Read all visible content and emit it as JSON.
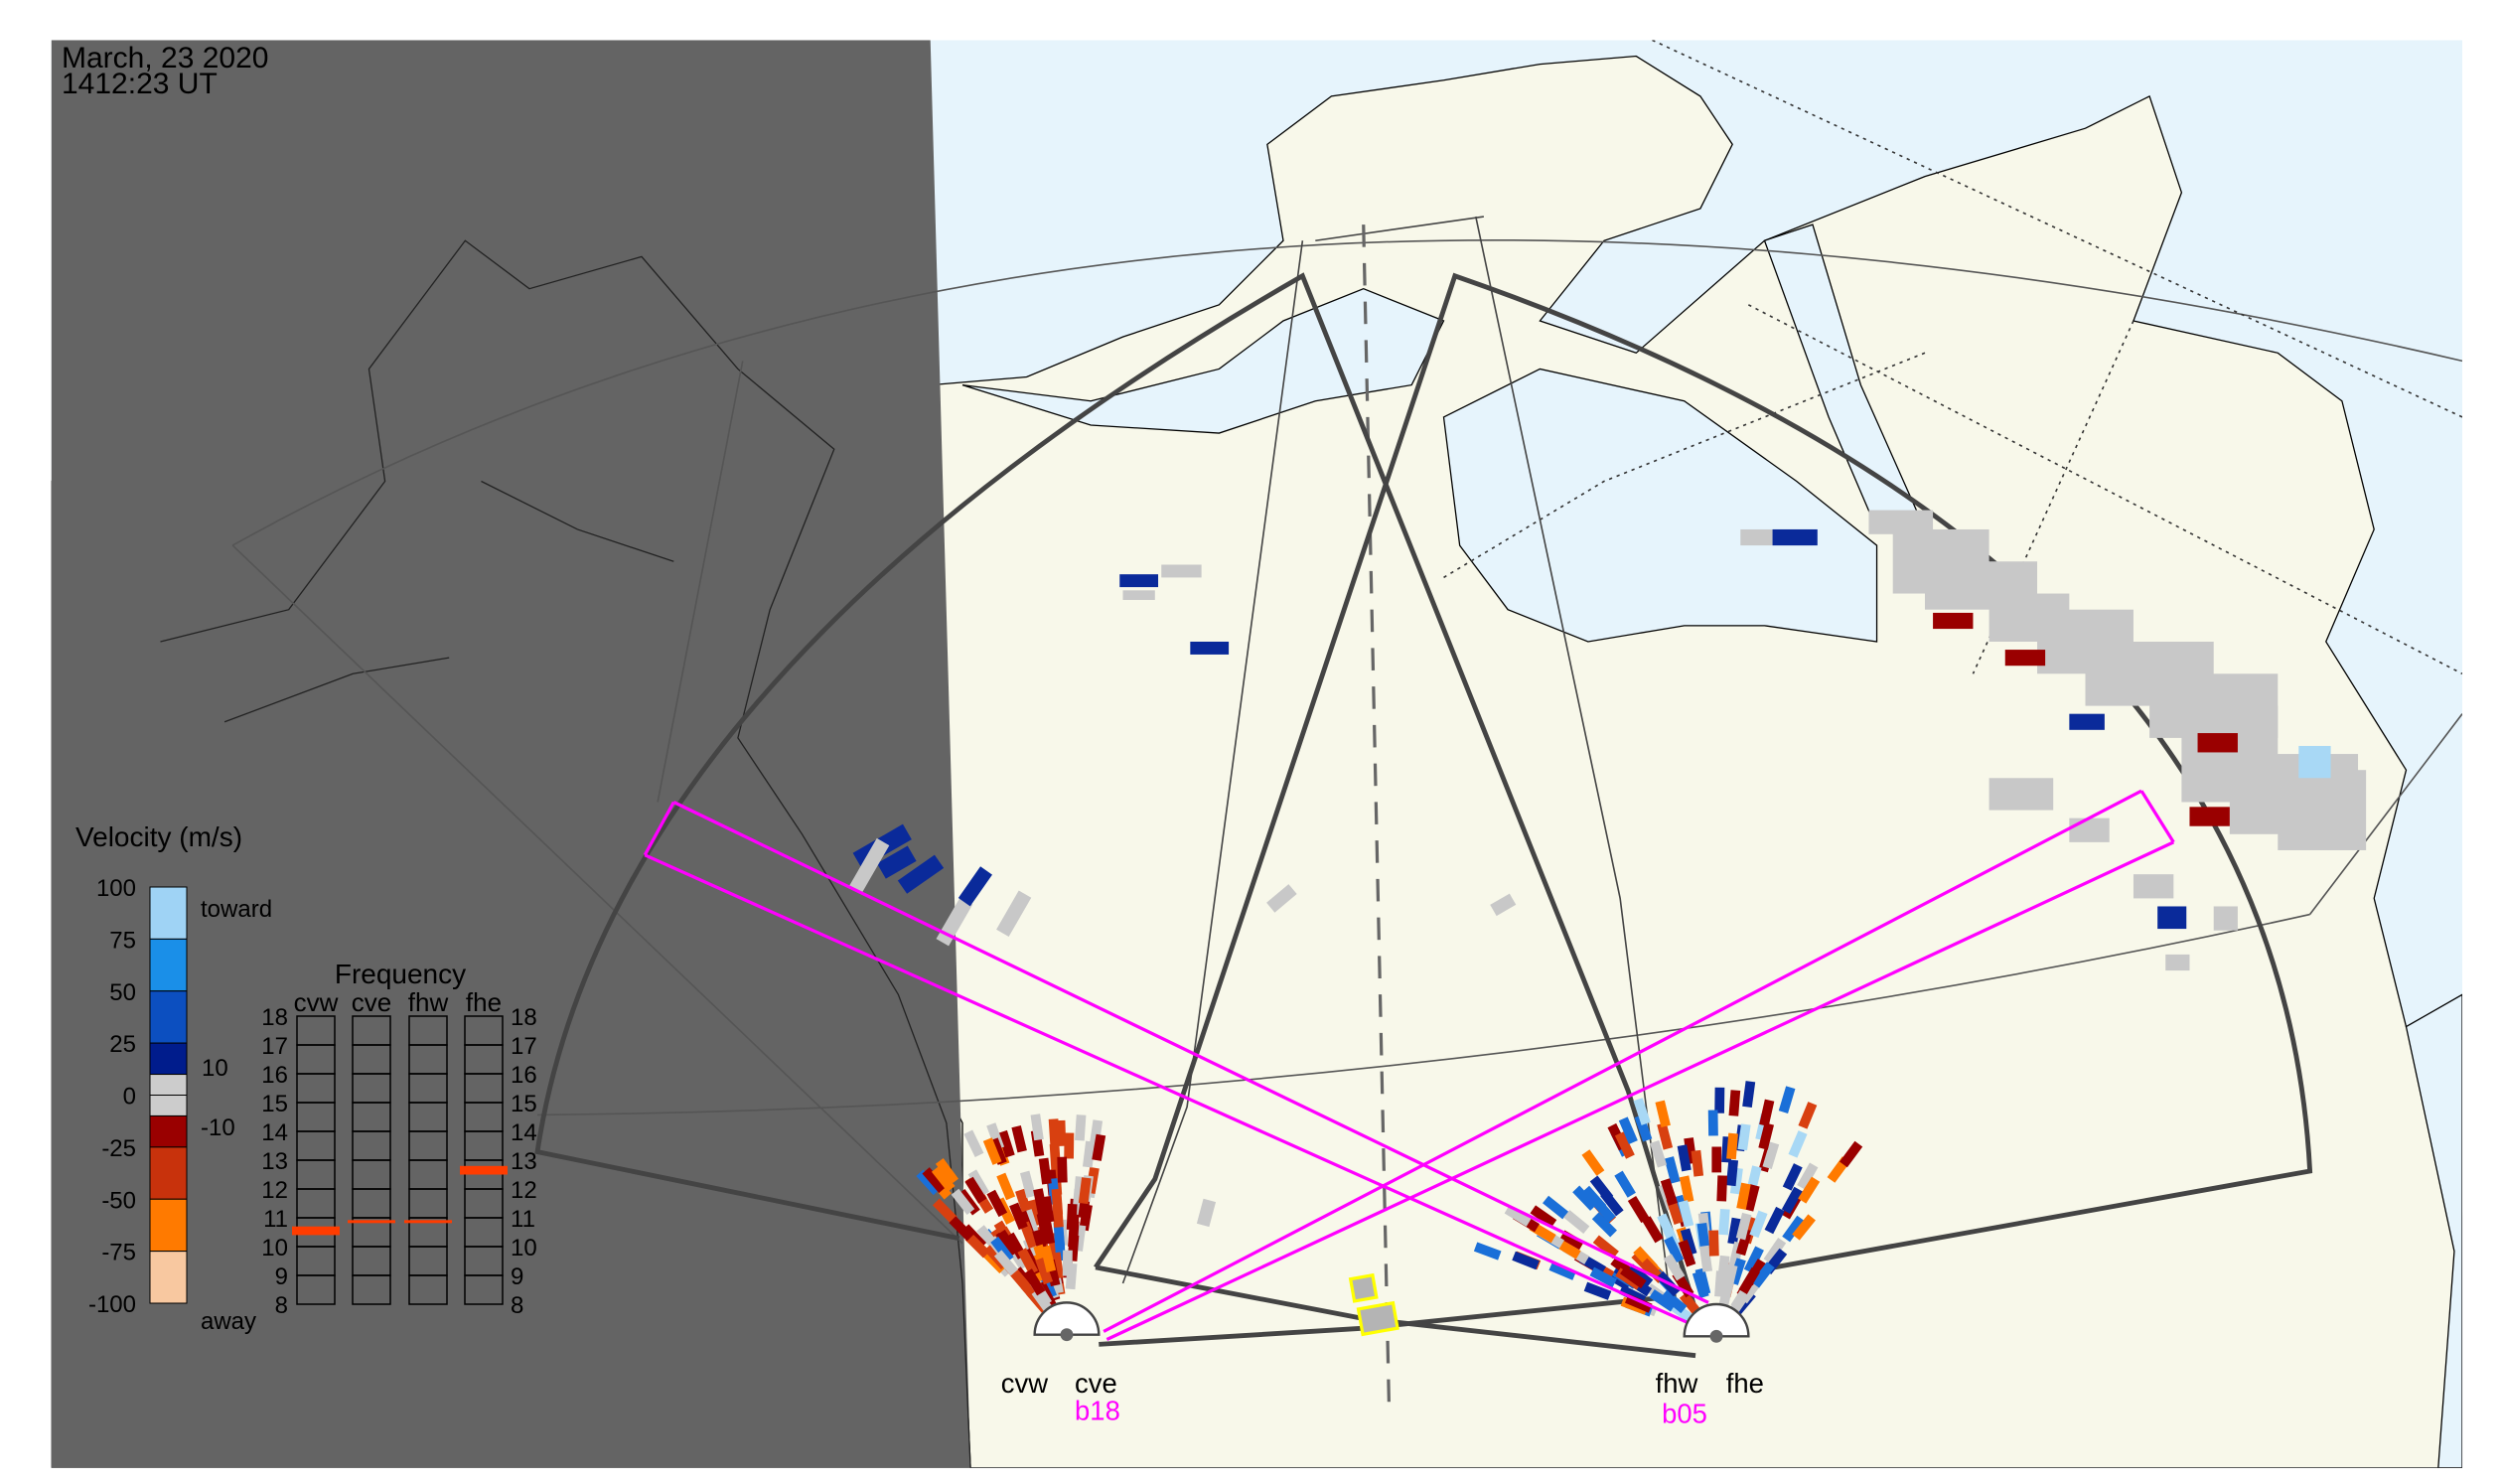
{
  "header": {
    "date": "March, 23 2020",
    "time": "1412:23 UT"
  },
  "velocity_legend": {
    "title": "Velocity (m/s)",
    "ticks": [
      "100",
      "75",
      "50",
      "25",
      "0",
      "-25",
      "-50",
      "-75",
      "-100"
    ],
    "tick_values": [
      100,
      75,
      50,
      25,
      0,
      -25,
      -50,
      -75,
      -100
    ],
    "toward_label": "toward",
    "away_label": "away",
    "pos_threshold_label": "10",
    "neg_threshold_label": "-10",
    "segments": [
      {
        "from": 100,
        "to": 75,
        "color": "#9fd3f5"
      },
      {
        "from": 75,
        "to": 50,
        "color": "#1a8fe8"
      },
      {
        "from": 50,
        "to": 25,
        "color": "#0c4fc0"
      },
      {
        "from": 25,
        "to": 10,
        "color": "#001c8c"
      },
      {
        "from": 10,
        "to": 0,
        "color": "#cccccc"
      },
      {
        "from": 0,
        "to": -10,
        "color": "#cccccc"
      },
      {
        "from": -10,
        "to": -25,
        "color": "#9a0000"
      },
      {
        "from": -25,
        "to": -50,
        "color": "#c8320c"
      },
      {
        "from": -50,
        "to": -75,
        "color": "#ff7a00"
      },
      {
        "from": -75,
        "to": -100,
        "color": "#f8c8a0"
      }
    ]
  },
  "frequency_panel": {
    "title": "Frequency",
    "radars": [
      {
        "name": "cvw",
        "freq_mhz": 10.55,
        "band": [
          10.4,
          10.7
        ]
      },
      {
        "name": "cve",
        "freq_mhz": 10.9,
        "band": [
          10.88,
          10.92
        ]
      },
      {
        "name": "fhw",
        "freq_mhz": 10.9,
        "band": [
          10.88,
          10.92
        ]
      },
      {
        "name": "fhe",
        "freq_mhz": 12.65,
        "band": [
          12.5,
          12.8
        ]
      }
    ],
    "ticks": [
      "8",
      "9",
      "10",
      "11",
      "12",
      "13",
      "14",
      "15",
      "16",
      "17",
      "18"
    ],
    "range_mhz": [
      8,
      18
    ],
    "marker_color": "#ff3c00"
  },
  "sites": {
    "cvw": "cvw",
    "cve": "cve",
    "fhw": "fhw",
    "fhe": "fhe",
    "beam_cv": "b18",
    "beam_fh": "b05"
  },
  "colors": {
    "night": "#646464",
    "land": "#f8f8ea",
    "ocean": "#e6f4fc",
    "fov": "#444444",
    "beam": "#ff00ff",
    "highlight": "#ffff00"
  }
}
